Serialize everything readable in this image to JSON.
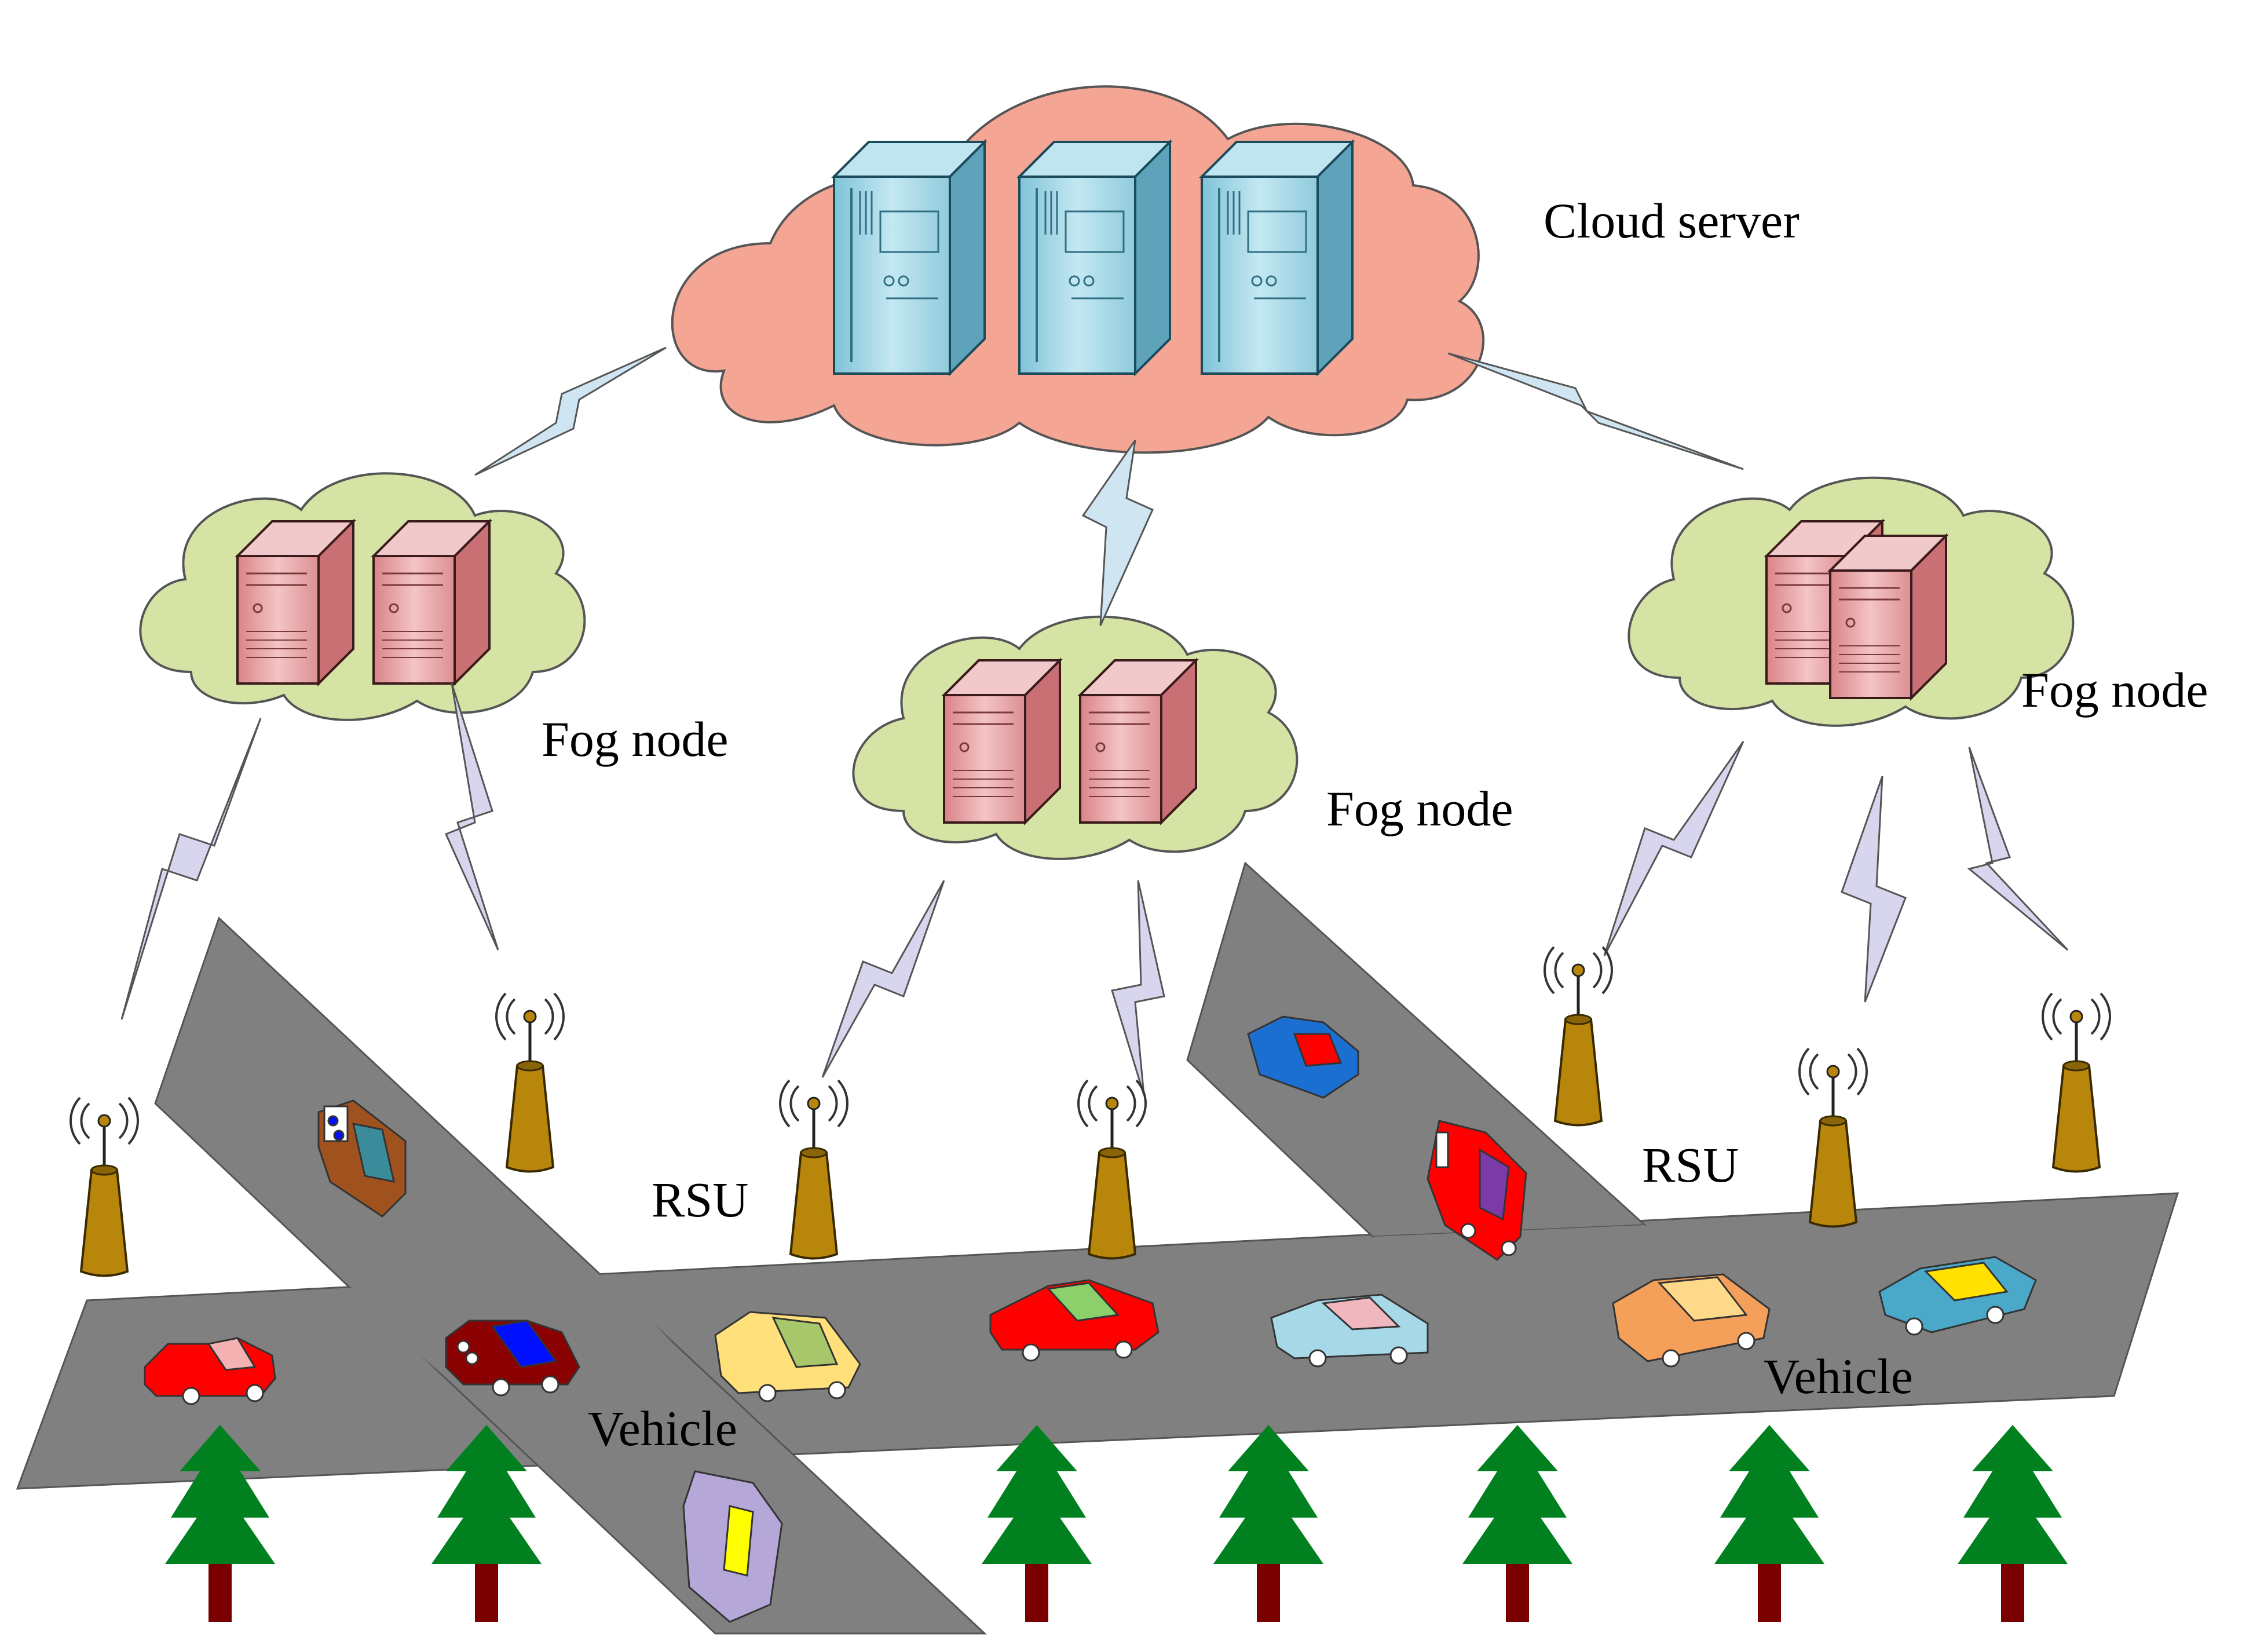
{
  "labels": {
    "cloud_server": "Cloud server",
    "fog_node_left": "Fog node",
    "fog_node_center": "Fog node",
    "fog_node_right": "Fog node",
    "rsu_left": "RSU",
    "rsu_right": "RSU",
    "vehicle_left": "Vehicle",
    "vehicle_right": "Vehicle"
  },
  "colors": {
    "cloud_fill": "#f4a594",
    "fog_fill": "#d5e3a4",
    "server_blue": "#a6d8e8",
    "fog_server": "#e8a3a6",
    "road": "#808080",
    "rsu_tower": "#b8860b",
    "lightning_blue": "#cfe6f2",
    "lightning_purple": "#d7d6ee",
    "tree_green": "#00801e",
    "tree_trunk": "#7a0000"
  }
}
